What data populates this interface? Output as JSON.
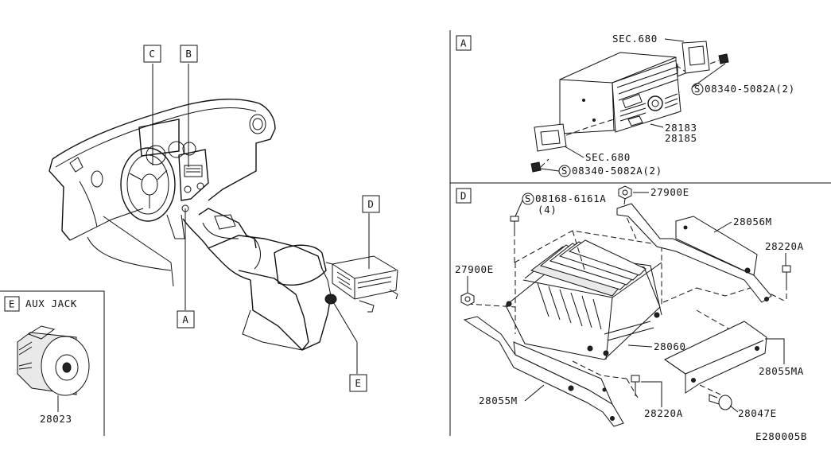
{
  "diagram_id": "E280005B",
  "main": {
    "callouts": [
      "C",
      "B",
      "D",
      "A",
      "E"
    ]
  },
  "section_a": {
    "label": "A",
    "sec_top": "SEC.680",
    "sec_bottom": "SEC.680",
    "screw_top": "08340-5082A(2)",
    "screw_bottom": "08340-5082A(2)",
    "part_1": "28183",
    "part_2": "28185",
    "s_mark": "S"
  },
  "section_d": {
    "label": "D",
    "bolt_spec": "08168-6161A",
    "bolt_qty": "(4)",
    "nut_top": "27900E",
    "nut_left": "27900E",
    "bracket_right": "28056M",
    "bolt_right": "28220A",
    "amp": "28060",
    "bracket_lower": "28055MA",
    "bracket_left": "28055M",
    "bolt_lower": "28220A",
    "clip": "28047E",
    "s_mark": "S"
  },
  "section_e": {
    "label": "E",
    "title": "AUX JACK",
    "part": "28023"
  }
}
